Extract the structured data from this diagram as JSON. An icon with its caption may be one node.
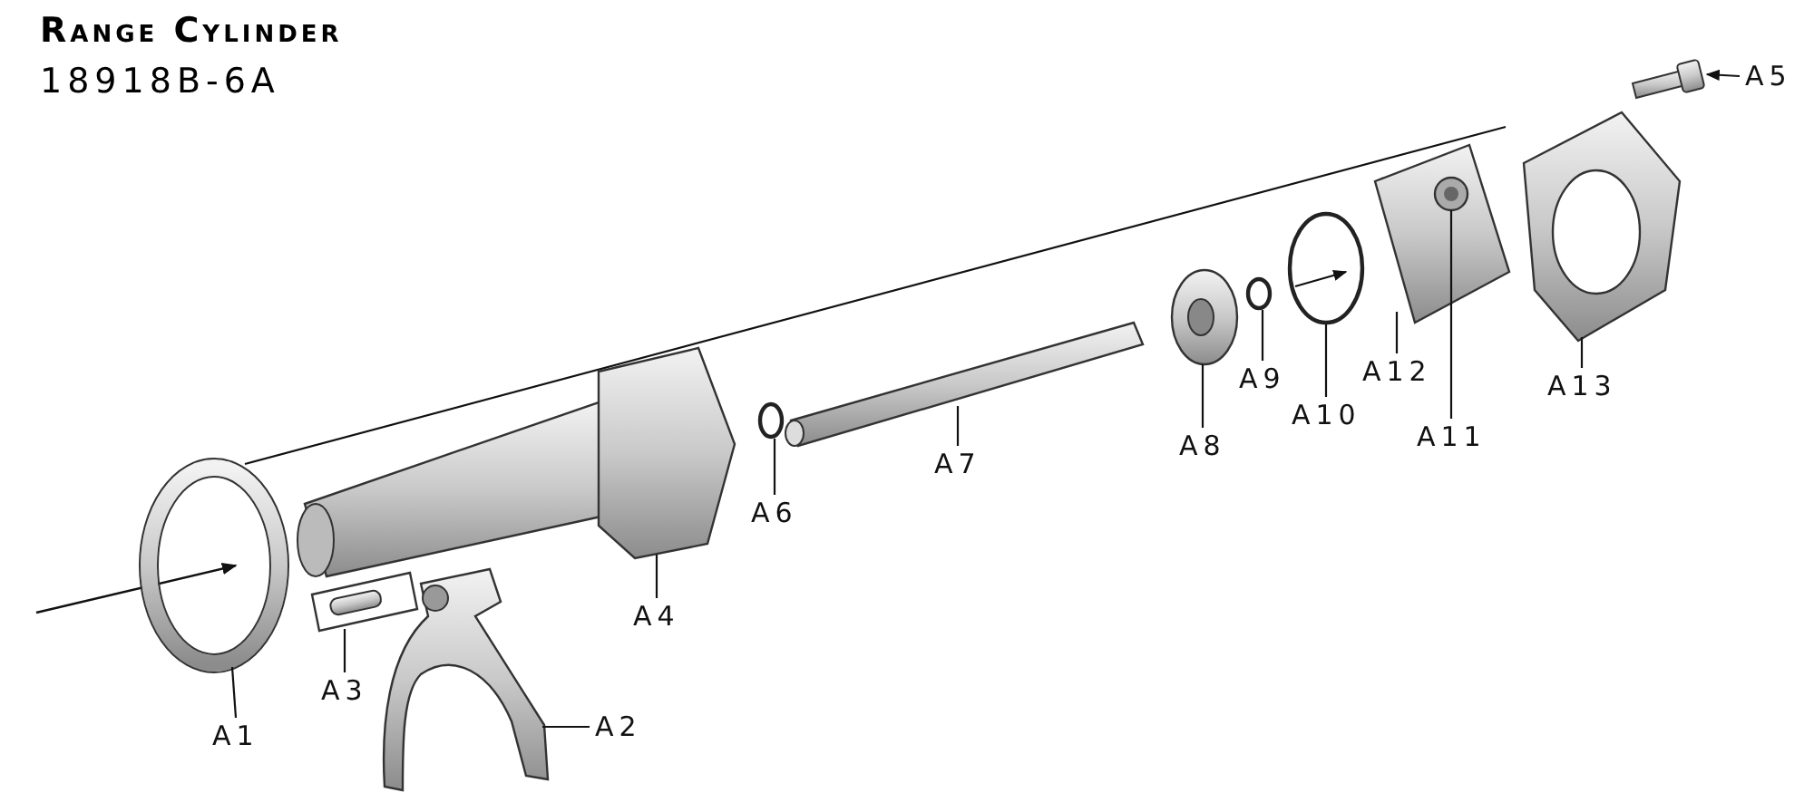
{
  "diagram": {
    "title": "Range Cylinder",
    "nodes": [
      {
        "text": [],
        "shape": "picture"
      },
      {
        "text": [],
        "shape": "picture"
      },
      {
        "text": [],
        "shape": "picture"
      },
      {
        "text": [],
        "shape": "picture"
      },
      {
        "text": [],
        "shape": "circle"
      },
      {
        "text": [],
        "shape": "picture"
      },
      {
        "text": [],
        "shape": "picture"
      },
      {
        "text": [],
        "shape": "circle"
      },
      {
        "text": [],
        "shape": "circle"
      },
      {
        "text": [],
        "shape": "picture"
      },
      {
        "text": [],
        "shape": "picture",
        "in": 9
      },
      {
        "text": [],
        "shape": "picture"
      },
      {
        "text": [],
        "shape": "picture"
      },
      {
        "text": [
          "A5"
        ]
      },
      {
        "text": [
          "A13"
        ]
      },
      {
        "text": [
          "A9"
        ]
      },
      {
        "text": [
          "A12"
        ]
      },
      {
        "text": [
          "A10"
        ]
      },
      {
        "text": [
          "A11"
        ]
      },
      {
        "text": [
          "A8"
        ]
      },
      {
        "text": [
          "A7"
        ]
      },
      {
        "text": [
          "A6"
        ]
      },
      {
        "text": [
          "A4"
        ]
      },
      {
        "text": [
          "A3"
        ]
      },
      {
        "text": [
          "A2"
        ]
      },
      {
        "text": [
          "A1"
        ]
      }
    ],
    "edges": [
      {
        "from": 13,
        "to": 12,
        "arrow": "to"
      },
      {
        "from": 14,
        "to": 11,
        "arrow": "none"
      },
      {
        "from": 15,
        "to": 7,
        "arrow": "none"
      },
      {
        "from": 16,
        "to": 9,
        "arrow": "none"
      },
      {
        "from": 17,
        "to": 8,
        "arrow": "none"
      },
      {
        "from": 18,
        "to": 10,
        "arrow": "none"
      },
      {
        "from": 19,
        "to": 6,
        "arrow": "none"
      },
      {
        "from": 20,
        "to": 5,
        "arrow": "none"
      },
      {
        "from": 21,
        "to": 4,
        "arrow": "none"
      },
      {
        "from": 22,
        "to": 3,
        "arrow": "none"
      },
      {
        "from": 23,
        "to": 1,
        "arrow": "none"
      },
      {
        "from": 24,
        "to": 2,
        "arrow": "none"
      },
      {
        "from": 25,
        "to": 0,
        "arrow": "none"
      }
    ],
    "labels": [
      "18918B-6A"
    ]
  }
}
